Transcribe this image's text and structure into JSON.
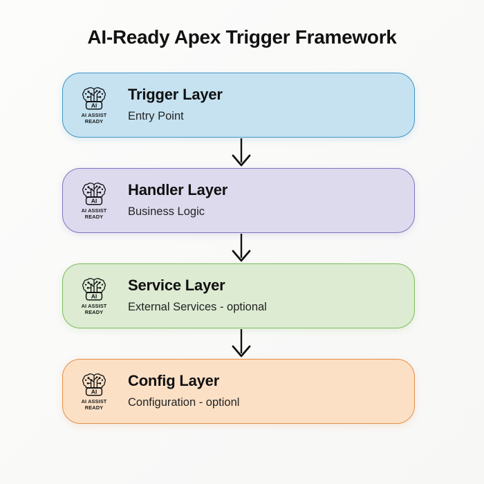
{
  "page": {
    "title": "AI-Ready Apex Trigger Framework",
    "background_color": "#fbfbfa"
  },
  "badge": {
    "icon_name": "ai-brain-icon",
    "chip_label": "AI",
    "caption_line1": "AI ASSIST",
    "caption_line2": "READY"
  },
  "layers": [
    {
      "id": "trigger-layer",
      "title": "Trigger Layer",
      "subtitle": "Entry Point",
      "fill": "#c6e2f1",
      "border": "#3e95c4"
    },
    {
      "id": "handler-layer",
      "title": "Handler Layer",
      "subtitle": "Business Logic",
      "fill": "#dedaee",
      "border": "#8071bd"
    },
    {
      "id": "service-layer",
      "title": "Service Layer",
      "subtitle": "External Services - optional",
      "fill": "#dcebd2",
      "border": "#7cbd5a"
    },
    {
      "id": "config-layer",
      "title": "Config Layer",
      "subtitle": "Configuration - optionl",
      "fill": "#fbe0c6",
      "border": "#e59046"
    }
  ],
  "connectors": [
    {
      "id": "arrow-trigger-to-handler",
      "direction": "down"
    },
    {
      "id": "arrow-handler-to-service",
      "direction": "down"
    },
    {
      "id": "arrow-service-to-config",
      "direction": "down"
    }
  ]
}
